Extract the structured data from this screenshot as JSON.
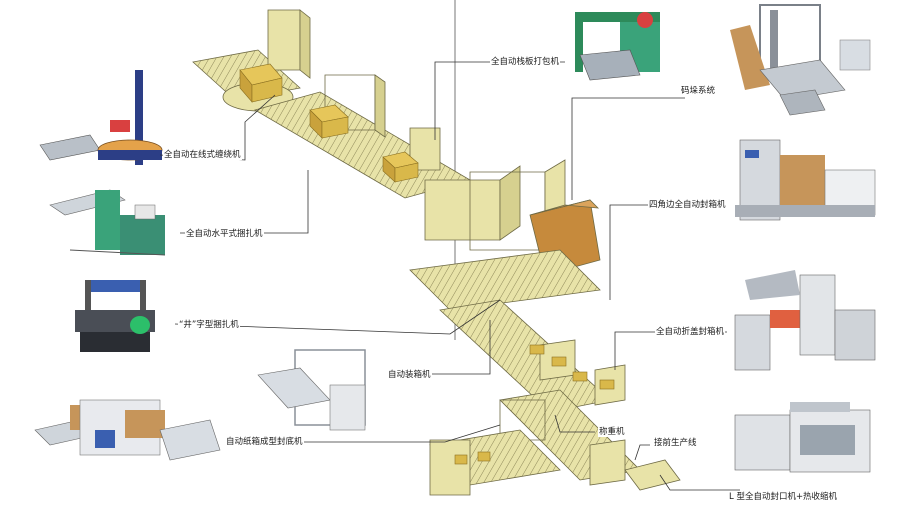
{
  "labels": {
    "stretch_wrapper": "全自动在线式缠绕机",
    "horizontal_strapper": "全自动水平式捆扎机",
    "cross_strapper": "“井”字型捆扎机",
    "pallet_strapper": "全自动栈板打包机",
    "palletizer": "码垛系统",
    "corner_sealer": "四角边全自动封箱机",
    "fold_sealer": "全自动折盖封箱机",
    "case_packer": "自动装箱机",
    "case_erector": "自动纸箱成型封底机",
    "check_weigher": "称重机",
    "production_line": "接前生产线",
    "l_sealer_shrink": "L 型全自动封口机+热收缩机"
  },
  "colors": {
    "conveyor": "#e8e3a8",
    "conveyor_edge": "#6e6a45",
    "box": "#d9b84a",
    "machine_blue": "#3a5fb0",
    "machine_green": "#3aa37a",
    "leader": "#333333"
  }
}
